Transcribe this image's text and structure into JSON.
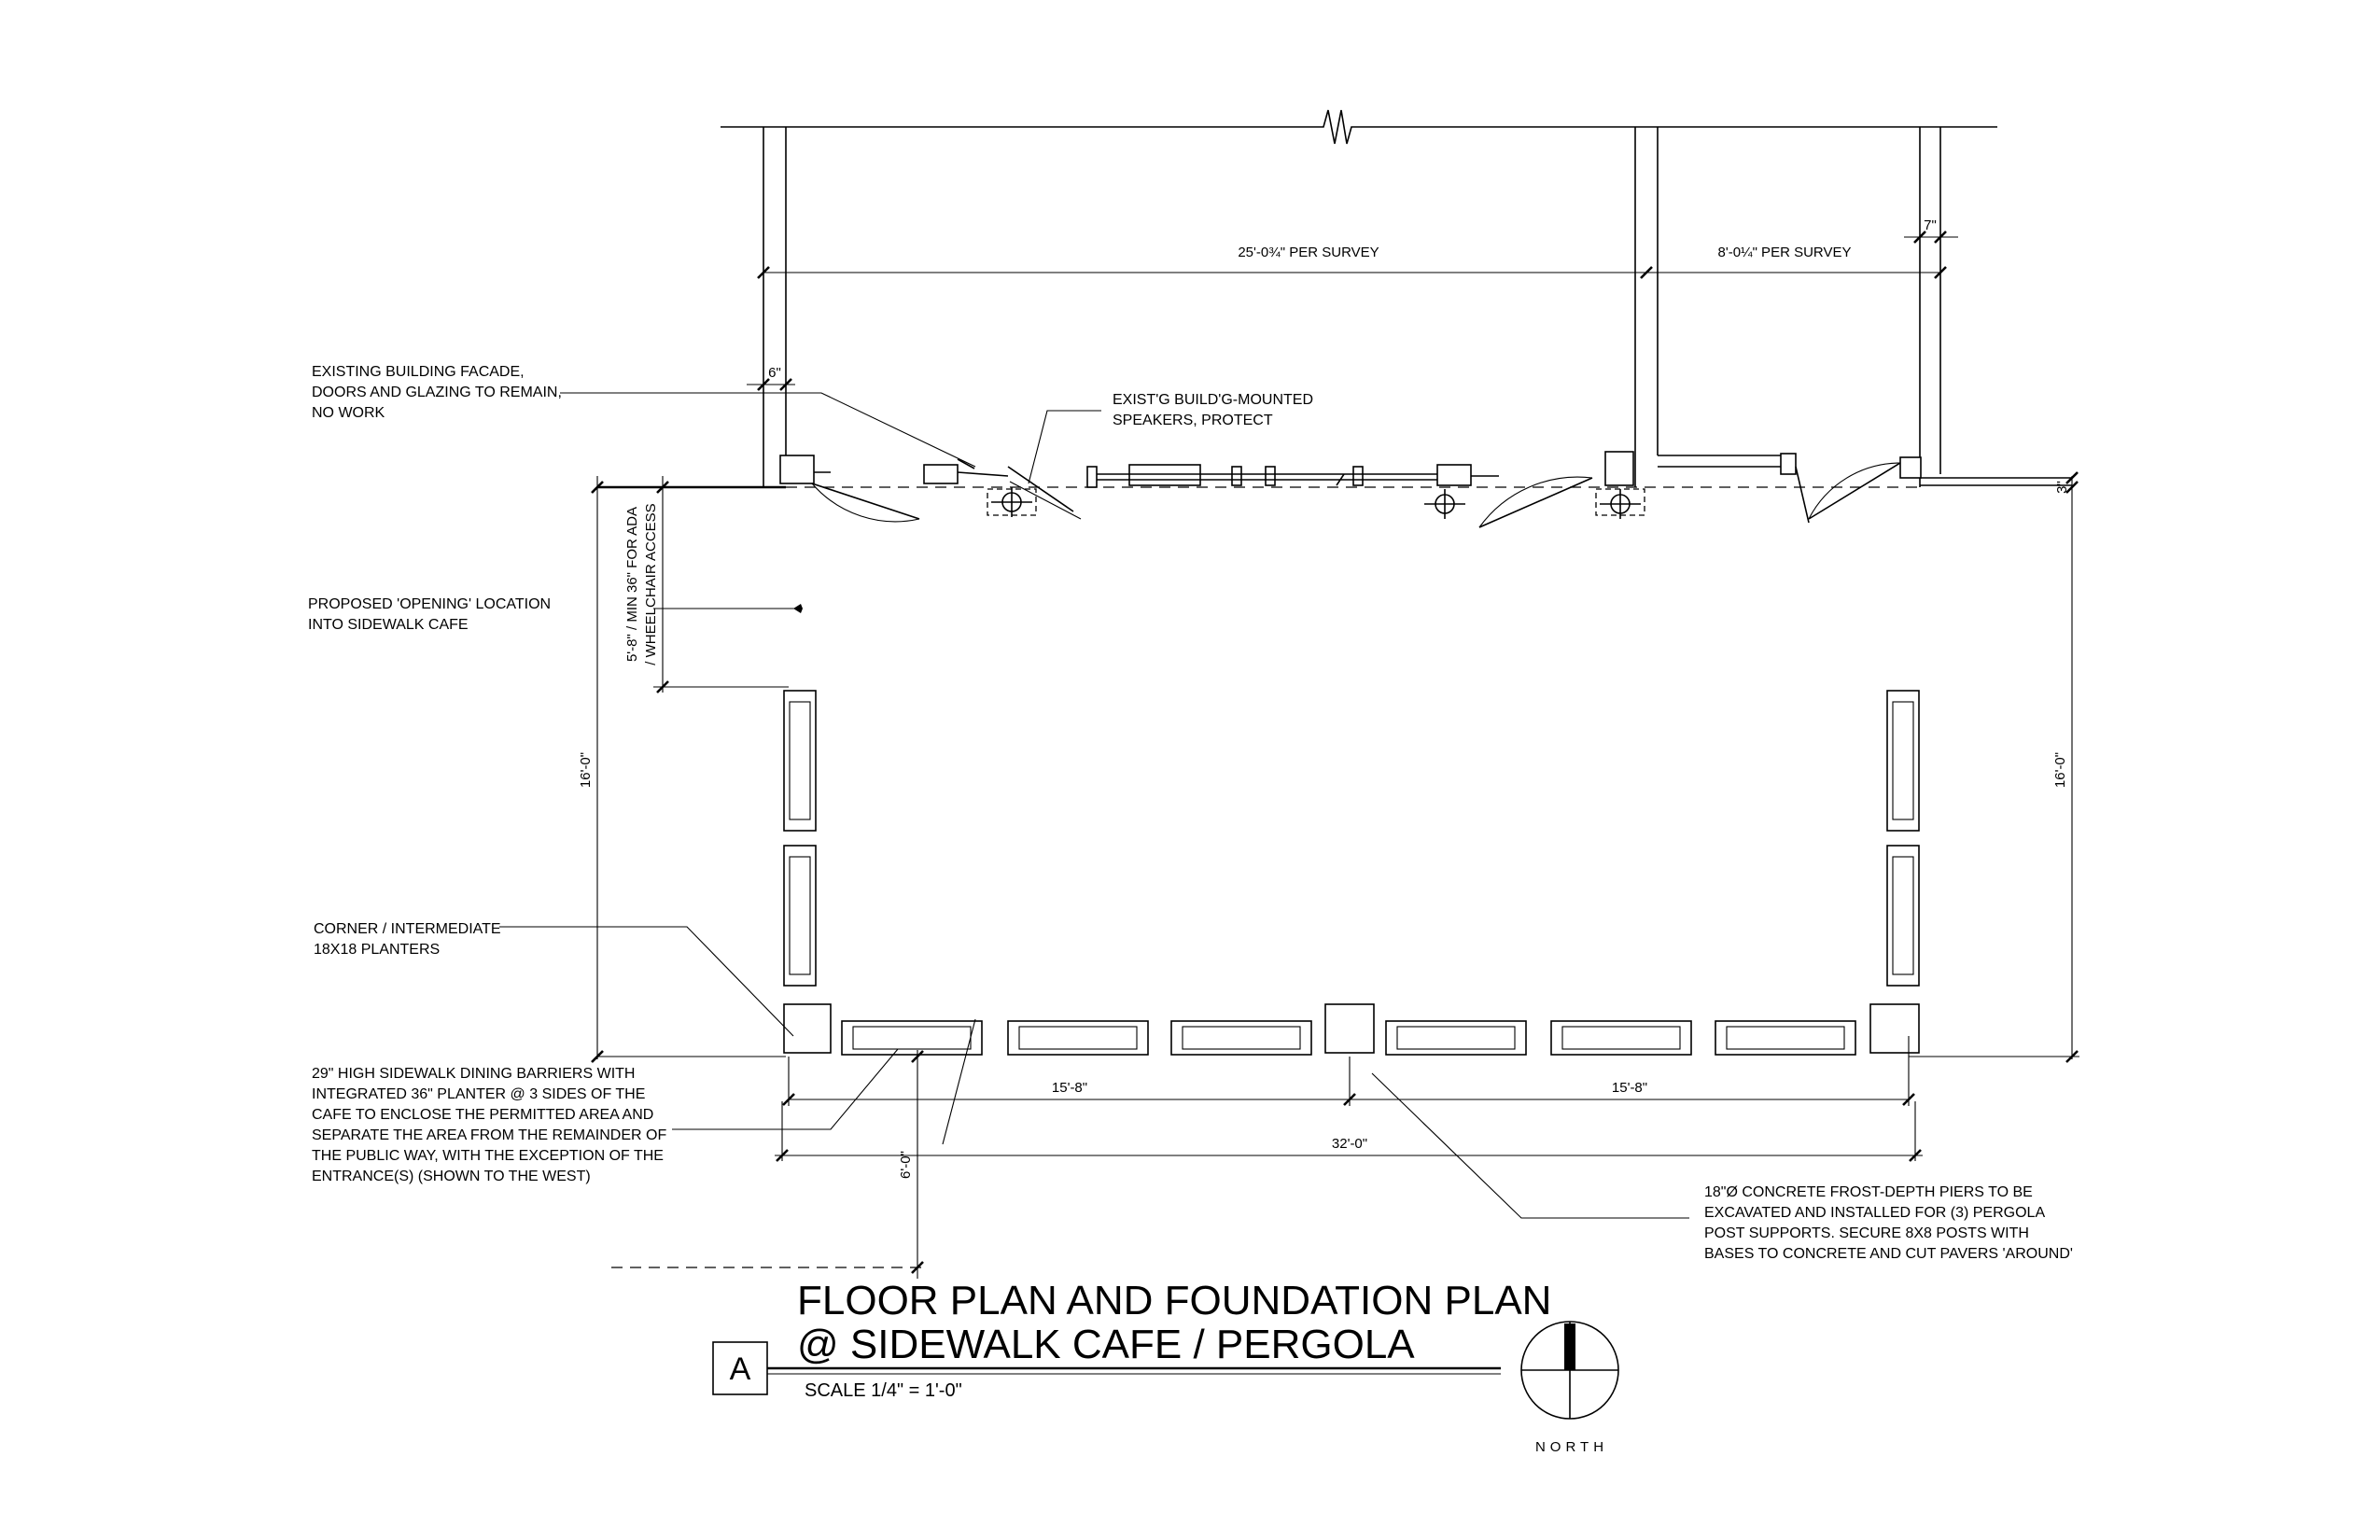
{
  "sheet": {
    "title_line1": "FLOOR PLAN AND FOUNDATION PLAN",
    "title_line2": "@ SIDEWALK CAFE / PERGOLA",
    "scale": "SCALE 1/4\" = 1'-0\"",
    "detail_tag": "A",
    "north_label": "NORTH"
  },
  "notes": {
    "facade": [
      "EXISTING BUILDING FACADE,",
      "DOORS AND GLAZING TO REMAIN,",
      "NO WORK"
    ],
    "speakers": [
      "EXIST'G BUILD'G-MOUNTED",
      "SPEAKERS, PROTECT"
    ],
    "opening": [
      "PROPOSED 'OPENING' LOCATION",
      "INTO SIDEWALK CAFE"
    ],
    "planters": [
      "CORNER / INTERMEDIATE",
      "18X18 PLANTERS"
    ],
    "barriers": [
      "29\" HIGH SIDEWALK DINING BARRIERS WITH",
      "INTEGRATED 36\" PLANTER @ 3 SIDES OF THE",
      "CAFE TO ENCLOSE THE PERMITTED AREA AND",
      "SEPARATE THE AREA FROM THE REMAINDER OF",
      "THE PUBLIC WAY, WITH THE EXCEPTION OF THE",
      "ENTRANCE(S) (SHOWN TO THE WEST)"
    ],
    "piers": [
      "18\"Ø CONCRETE FROST-DEPTH PIERS TO BE",
      "EXCAVATED AND INSTALLED FOR (3) PERGOLA",
      "POST SUPPORTS. SECURE 8X8 POSTS WITH",
      "BASES TO CONCRETE AND CUT PAVERS 'AROUND'"
    ]
  },
  "dimensions": {
    "survey_left": "25'-0¾\" PER SURVEY",
    "survey_right": "8'-0¼\" PER SURVEY",
    "wall_7": "7\"",
    "wall_6": "6\"",
    "wall_3": "3\"",
    "left_16": "16'-0\"",
    "right_16": "16'-0\"",
    "ada": [
      "5'-8\" / MIN 36\" FOR ADA",
      "/ WHEELCHAIR ACCESS"
    ],
    "span_left": "15'-8\"",
    "span_right": "15'-8\"",
    "overall": "32'-0\"",
    "walk_6": "6'-0\""
  }
}
